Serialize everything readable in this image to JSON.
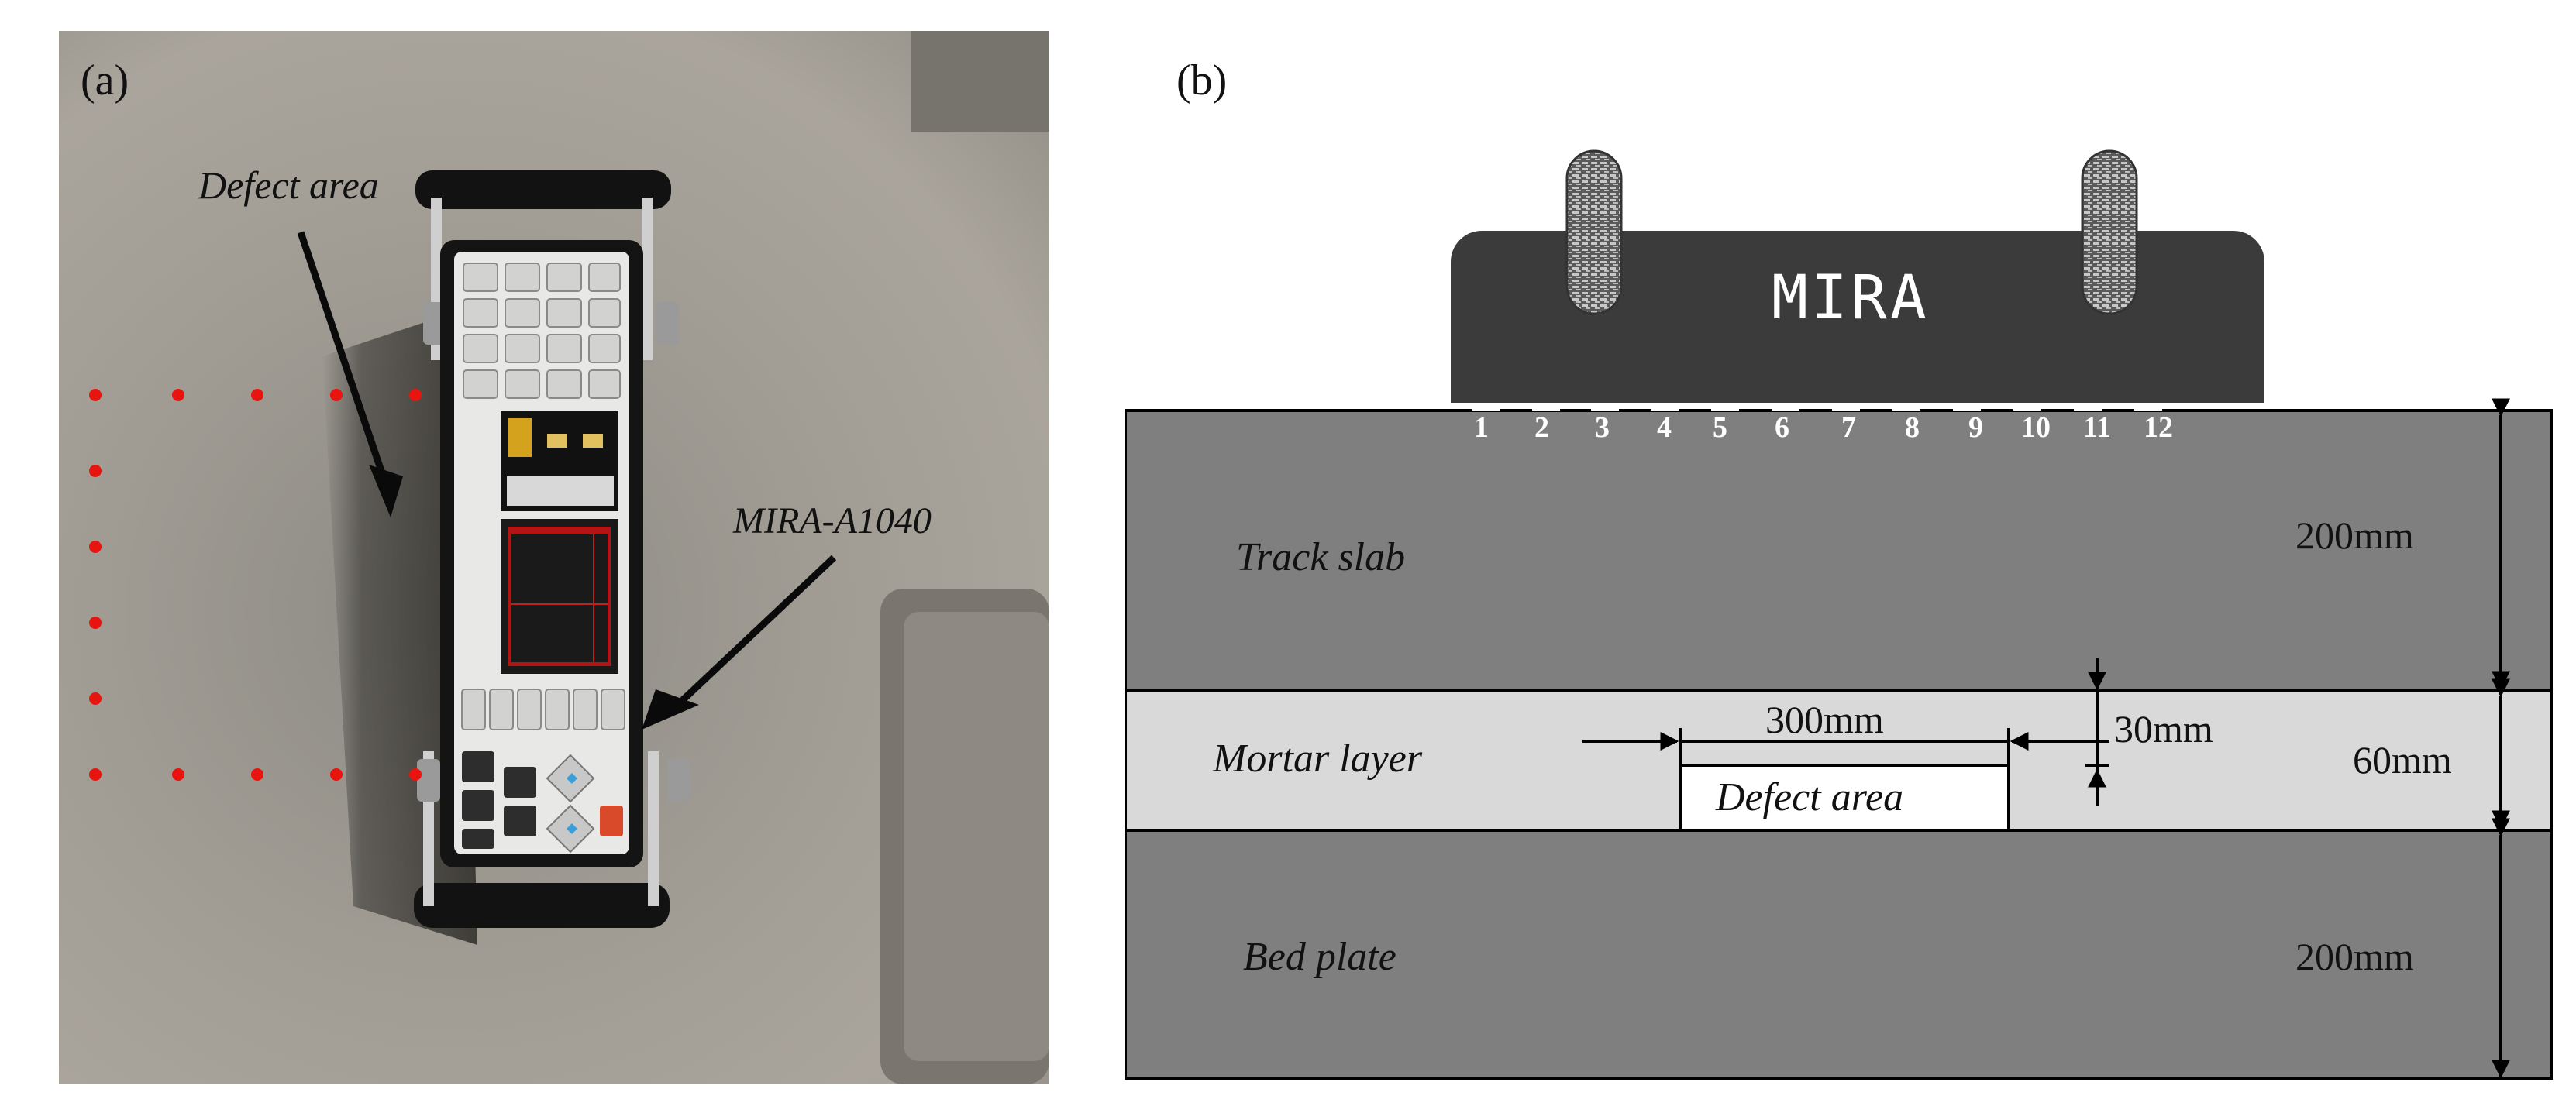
{
  "panels": {
    "a": {
      "label": "(a)",
      "annotations": {
        "defect_area": "Defect area",
        "device": "MIRA-A1040"
      },
      "colors": {
        "marker_dots": "#e8140f",
        "arrow": "#0a0a0a"
      }
    },
    "b": {
      "label": "(b)",
      "device_label": "MIRA",
      "sensor_numbers": [
        "1",
        "2",
        "3",
        "4",
        "5",
        "6",
        "7",
        "8",
        "9",
        "10",
        "11",
        "12"
      ],
      "layers": {
        "track_slab": {
          "name": "Track slab",
          "thickness": "200mm"
        },
        "mortar_layer": {
          "name": "Mortar layer",
          "thickness": "60mm"
        },
        "bed_plate": {
          "name": "Bed plate",
          "thickness": "200mm"
        }
      },
      "defect": {
        "label": "Defect area",
        "width": "300mm",
        "height": "30mm"
      },
      "colors": {
        "slab": "#7f7f7f",
        "mortar": "#d9d9d9",
        "device": "#3b3b3b",
        "defect": "#ffffff"
      }
    }
  }
}
